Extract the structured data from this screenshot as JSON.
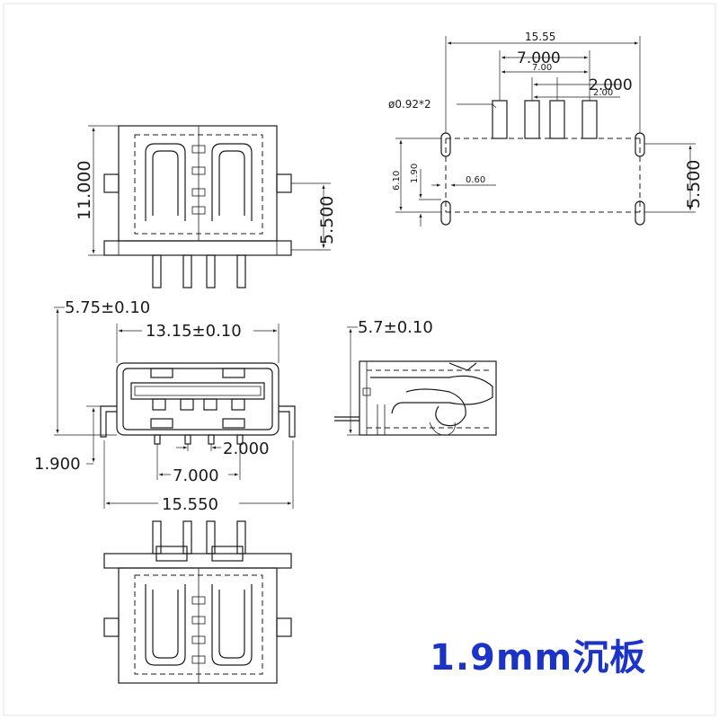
{
  "colors": {
    "line": "#1a1a1a",
    "tag": "#1c33c8",
    "background": "#ffffff"
  },
  "top_view": {
    "height": "11.000",
    "tab_offset": "5.500"
  },
  "pcb_layout": {
    "overall_width": "15.55",
    "pitch_outer": "7.000",
    "pitch_outer_small": "7.00",
    "pitch_inner": "2.000",
    "pitch_inner_small": "2.00",
    "hole_note": "ø0.92*2",
    "row_offset": "5.500",
    "left_a": "6.10",
    "left_b": "1.90",
    "slot_width": "0.60"
  },
  "front_view": {
    "height": "5.75±0.10",
    "body_width": "13.15±0.10",
    "sink_depth": "1.900",
    "pin_pitch": "2.000",
    "pin_span": "7.000",
    "overall_width": "15.550"
  },
  "side_view": {
    "height": "5.7±0.10"
  },
  "product_tag": "1.9mm沉板"
}
